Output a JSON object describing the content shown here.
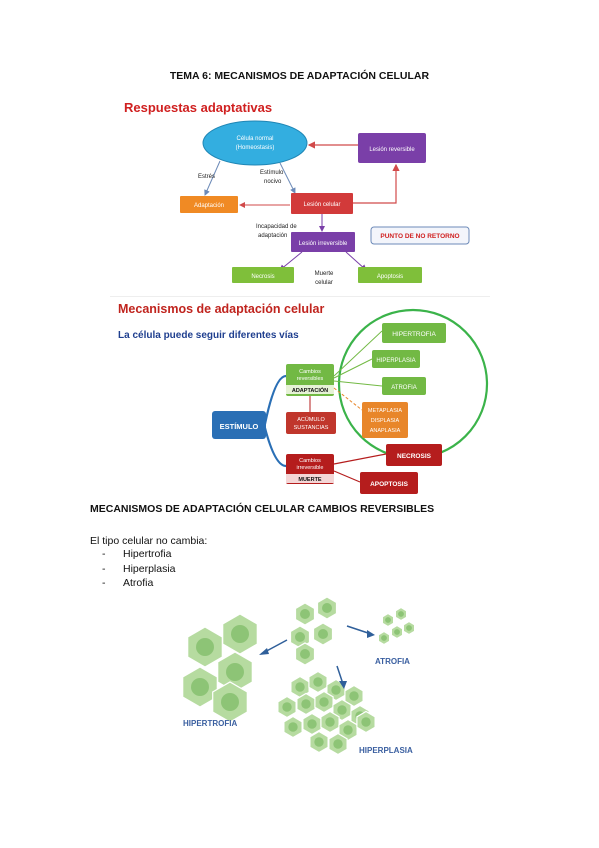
{
  "document": {
    "title": "TEMA 6: MECANISMOS DE ADAPTACIÓN CELULAR",
    "section_heading": "MECANISMOS DE ADAPTACIÓN CELULAR CAMBIOS REVERSIBLES",
    "paragraph": "El tipo celular no cambia:",
    "list_items": [
      "Hipertrofia",
      "Hiperplasia",
      "Atrofia"
    ],
    "list_marker": "-"
  },
  "diagram1": {
    "title": "Respuestas adaptativas",
    "cell_normal": [
      "Célula normal",
      "(Homeostasis)"
    ],
    "estres": "Estrés",
    "estimulo_nocivo": [
      "Estímulo",
      "nocivo"
    ],
    "adaptacion": "Adaptación",
    "lesion_celular": "Lesión celular",
    "lesion_reversible": "Lesión reversible",
    "incapacidad": [
      "Incapacidad de",
      "adaptación"
    ],
    "lesion_irreversible": "Lesión irreversible",
    "punto_no_retorno": "PUNTO DE NO RETORNO",
    "necrosis": "Necrosis",
    "muerte_celular": [
      "Muerte",
      "celular"
    ],
    "apoptosis": "Apoptosis",
    "colors": {
      "title": "#d02020",
      "blue": "#33aee0",
      "purple": "#7a3fa8",
      "red": "#d23a3a",
      "orange": "#f08a24",
      "green": "#7fbf3a"
    }
  },
  "diagram2": {
    "title": "Mecanismos de adaptación celular",
    "subtitle": "La célula puede seguir diferentes vías",
    "estimulo": "ESTÍMULO",
    "cambios_reversibles": [
      "Cambios",
      "reversibles"
    ],
    "adaptacion": "ADAPTACIÓN",
    "acumulo": [
      "ACÚMULO",
      "SUSTANCIAS"
    ],
    "cambios_irreversibles": [
      "Cambios",
      "irreversible"
    ],
    "muerte": "MUERTE",
    "hipertrofia": "HIPERTROFIA",
    "hiperplasia": "HIPERPLASIA",
    "atrofia": "ATROFIA",
    "metaplasia": [
      "METAPLASIA",
      "DISPLASIA",
      "ANAPLASIA"
    ],
    "necrosis": "NECROSIS",
    "apoptosis": "APOPTOSIS",
    "colors": {
      "title": "#c0241e",
      "subtitle": "#1f3f8f",
      "blue": "#2a6fb5",
      "green": "#72b944",
      "red": "#b51d1d",
      "orange": "#e8862a",
      "circle": "#3bb34a"
    }
  },
  "diagram3": {
    "hipertrofia": "HIPERTROFIA",
    "atrofia": "ATROFIA",
    "hiperplasia": "HIPERPLASIA",
    "colors": {
      "label": "#3a5fa0",
      "cell_fill": "#b6dba0",
      "cell_stroke": "#ffffff",
      "nucleus": "#8dc476",
      "arrow": "#2f5f9a"
    }
  }
}
